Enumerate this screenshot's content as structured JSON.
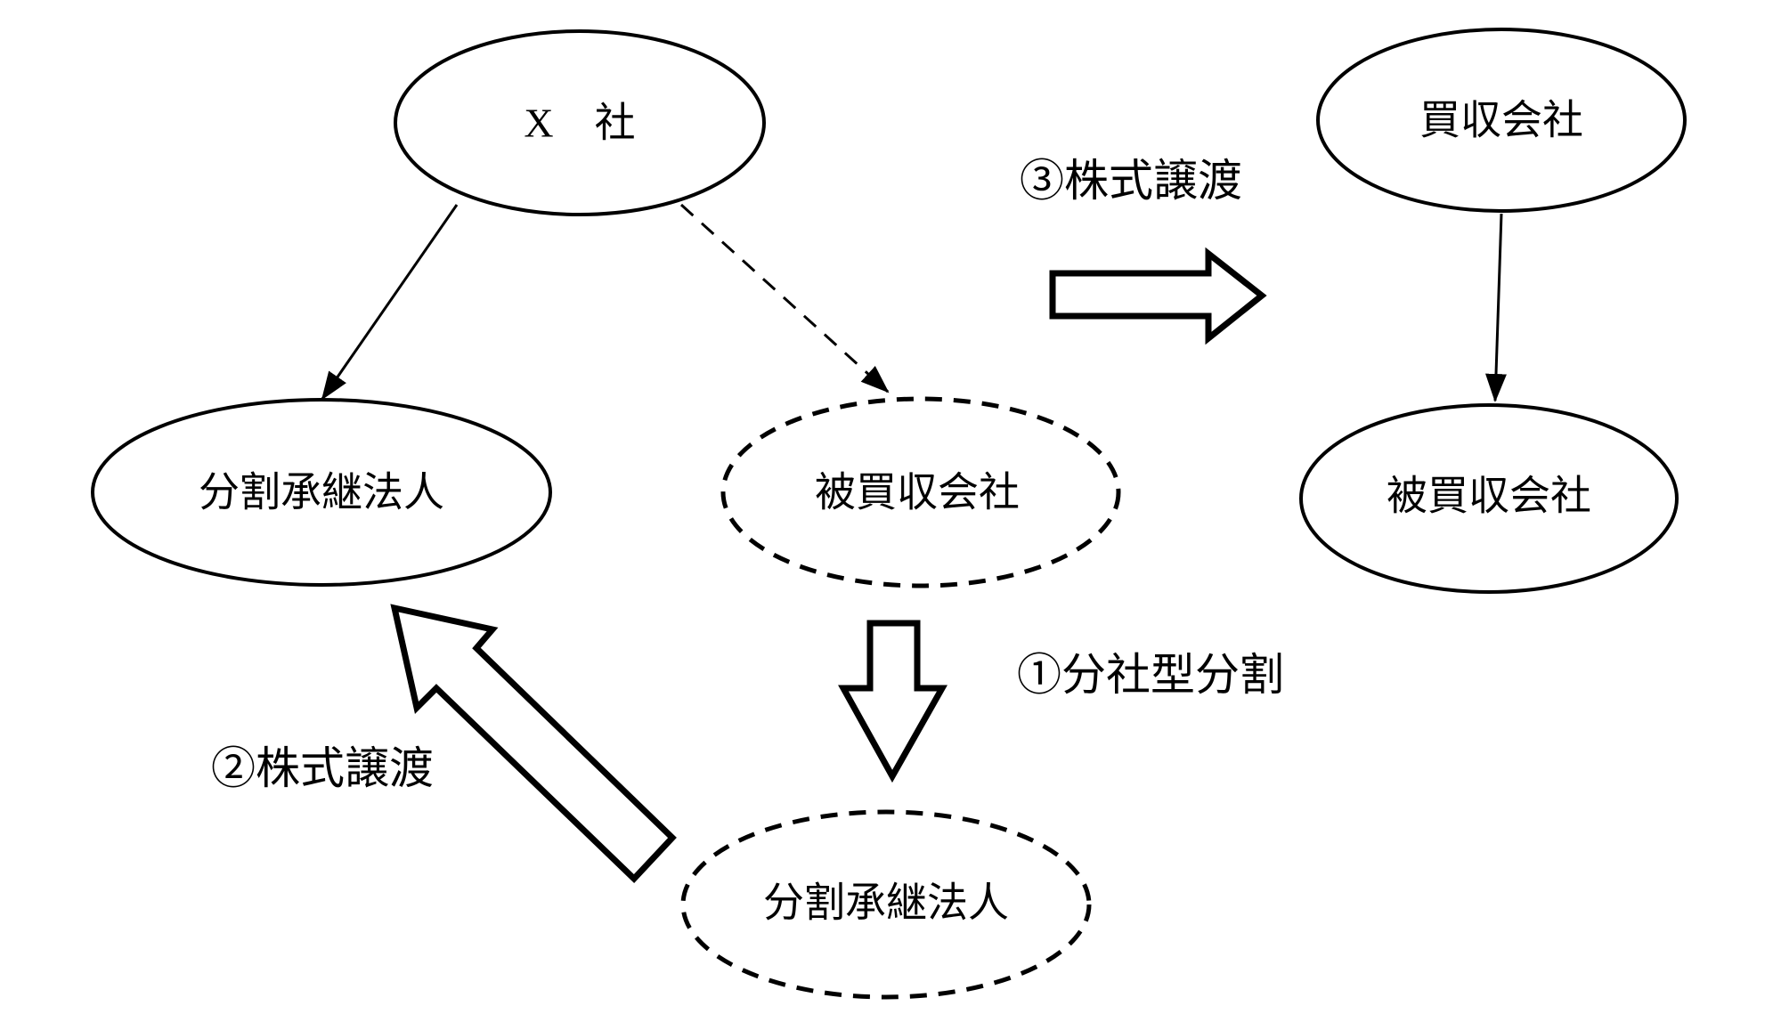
{
  "diagram": {
    "title": "corporate-split-and-share-transfer-scheme",
    "colors": {
      "ink": "#000000",
      "background": "#ffffff"
    },
    "nodes": {
      "company_x": {
        "label": "X　社",
        "outline": "solid"
      },
      "acquiring_company": {
        "label": "買収会社",
        "outline": "solid"
      },
      "split_successor_left": {
        "label": "分割承継法人",
        "outline": "solid"
      },
      "acquired_company_middle": {
        "label": "被買収会社",
        "outline": "dashed"
      },
      "acquired_company_right": {
        "label": "被買収会社",
        "outline": "solid"
      },
      "split_successor_bottom": {
        "label": "分割承継法人",
        "outline": "dashed"
      }
    },
    "steps": {
      "step1": {
        "label": "①分社型分割"
      },
      "step2": {
        "label": "②株式譲渡"
      },
      "step3": {
        "label": "③株式譲渡"
      }
    },
    "edges": [
      {
        "from": "company_x",
        "to": "split_successor_left",
        "style": "solid-line-arrow"
      },
      {
        "from": "company_x",
        "to": "acquired_company_middle",
        "style": "dashed-line-arrow"
      },
      {
        "from": "acquiring_company",
        "to": "acquired_company_right",
        "style": "solid-line-arrow"
      },
      {
        "from": "acquired_company_middle",
        "to": "split_successor_bottom",
        "style": "block-arrow-down",
        "step": "step1"
      },
      {
        "from": "split_successor_bottom",
        "to": "split_successor_left",
        "style": "block-arrow-diagonal",
        "step": "step2"
      },
      {
        "from": "acquired_company_middle",
        "to": "acquiring_company",
        "style": "block-arrow-right",
        "step": "step3"
      }
    ]
  }
}
